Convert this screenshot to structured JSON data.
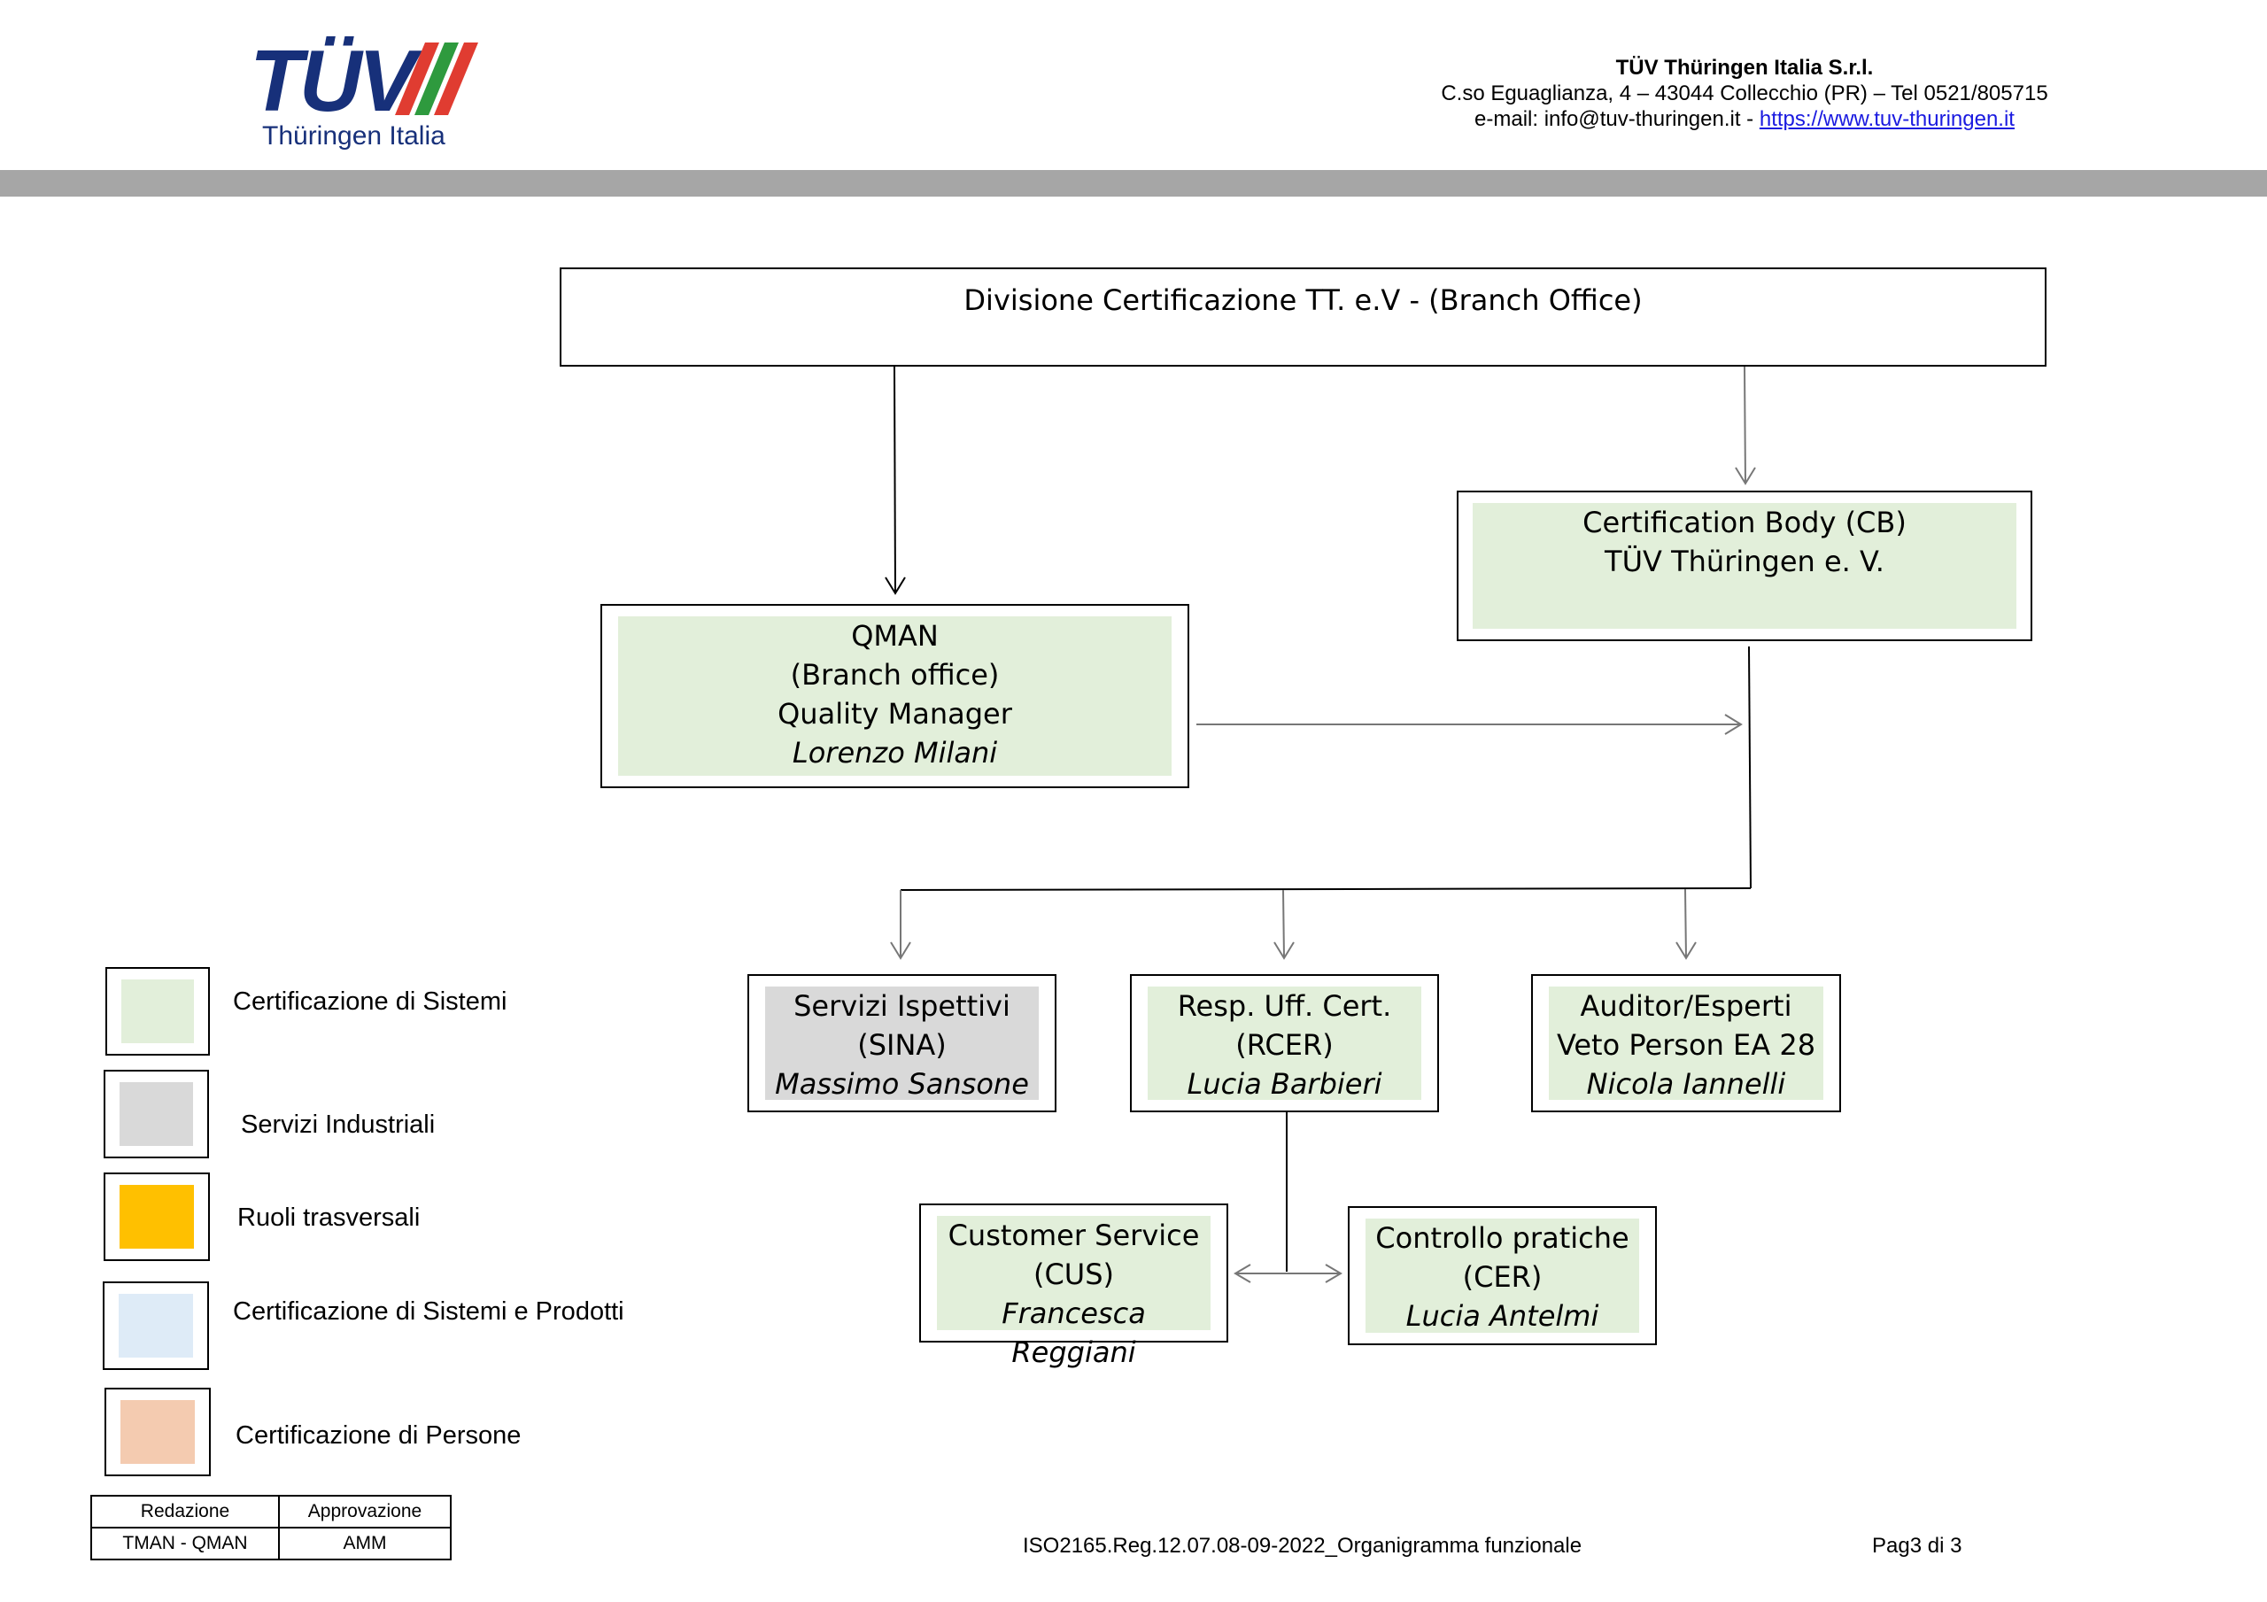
{
  "header": {
    "logo": {
      "word": "TÜV",
      "subtitle": "Thüringen Italia",
      "stripe_colors": [
        "#e03c31",
        "#2e9a3e",
        "#e03c31"
      ],
      "brand_color": "#17307a"
    },
    "company_name": "TÜV Thüringen Italia S.r.l.",
    "address_line": "C.so Eguaglianza, 4 – 43044 Collecchio (PR) – Tel 0521/805715",
    "email_text": "e-mail: info@tuv-thuringen.it  - ",
    "website_link": "https://www.tuv-thuringen.it"
  },
  "orgchart": {
    "division": "Divisione Certificazione TT. e.V - (Branch Office)",
    "cb": {
      "line1": "Certification Body (CB)",
      "line2": "TÜV Thüringen e. V."
    },
    "qman": {
      "line1": "QMAN",
      "line2": "(Branch office)",
      "line3": "Quality Manager",
      "person": "Lorenzo Milani"
    },
    "sina": {
      "line1": "Servizi Ispettivi",
      "line2": "(SINA)",
      "person": "Massimo Sansone"
    },
    "rcer": {
      "line1": "Resp. Uff. Cert.",
      "line2": "(RCER)",
      "person": "Lucia Barbieri"
    },
    "auditor": {
      "line1": "Auditor/Esperti",
      "line2": "Veto Person EA 28",
      "person": "Nicola Iannelli"
    },
    "cus": {
      "line1": "Customer Service",
      "line2": "(CUS)",
      "person": "Francesca Reggiani"
    },
    "cer": {
      "line1": "Controllo pratiche",
      "line2": "(CER)",
      "person": "Lucia Antelmi"
    }
  },
  "legend": [
    {
      "label": "Certificazione di Sistemi",
      "color": "#e2efda"
    },
    {
      "label": "Servizi Industriali",
      "color": "#d9d9d9"
    },
    {
      "label": "Ruoli trasversali",
      "color": "#ffc000"
    },
    {
      "label": "Certificazione di Sistemi e Prodotti",
      "color": "#deebf7"
    },
    {
      "label": "Certificazione di Persone",
      "color": "#f4cbb0"
    }
  ],
  "approval": {
    "headers": [
      "Redazione",
      "Approvazione"
    ],
    "values": [
      "TMAN - QMAN",
      "AMM"
    ]
  },
  "footer": {
    "doc_ref": "ISO2165.Reg.12.07.08-09-2022_Organigramma funzionale",
    "page": "Pag3 di 3"
  }
}
